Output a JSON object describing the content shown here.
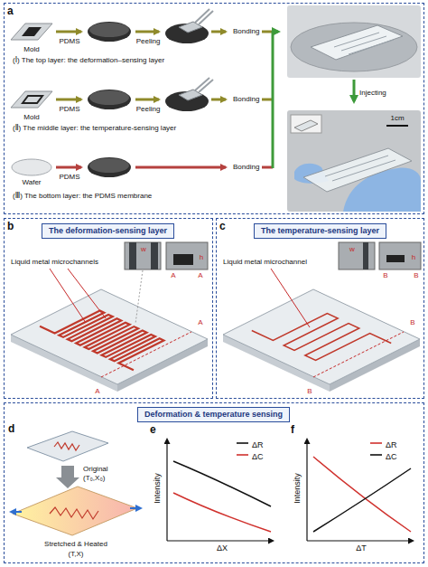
{
  "diagram": {
    "nodes": [
      {
        "text": [
          "a"
        ]
      },
      {
        "text": [
          "b"
        ]
      },
      {
        "text": [
          "The deformation-sensing layer"
        ],
        "in": 1
      },
      {
        "text": [
          "c"
        ]
      },
      {
        "text": [
          "The temperature-sensing layer"
        ],
        "in": 3
      },
      {
        "text": [
          "d"
        ]
      },
      {
        "text": [
          "Deformation & temperature sensing"
        ],
        "in": 5
      }
    ],
    "labels": [
      "Mold",
      "PDMS",
      "Peeling",
      "Bonding",
      "(Ⅰ) The top layer: the deformation–sensing layer",
      "Mold",
      "PDMS",
      "Peeling",
      "Bonding",
      "(Ⅱ) The middle layer: the temperature-sensing layer",
      "Wafer",
      "PDMS",
      "Bonding",
      "(Ⅲ) The bottom layer: the PDMS membrane",
      "Injecting",
      "1cm",
      "Liquid metal microchannels",
      "w",
      "h",
      "A",
      "A",
      "A",
      "A",
      "Liquid metal microchannel",
      "w",
      "h",
      "B",
      "B",
      "B",
      "B",
      "e",
      "f",
      "Original",
      "(T₀,X₀)",
      "Stretched & Heated",
      "(T,X)",
      "Intensity",
      "ΔX",
      "Intensity",
      "ΔT"
    ],
    "legend": [
      {
        "text": "ΔR"
      },
      {
        "text": "ΔC"
      },
      {
        "text": "ΔR"
      },
      {
        "text": "ΔC"
      }
    ]
  }
}
